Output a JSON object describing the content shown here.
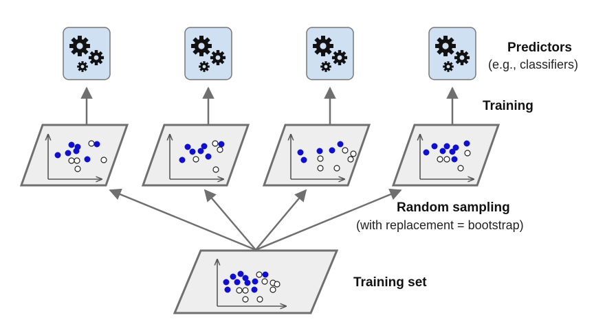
{
  "labels": {
    "predictors": "Predictors",
    "predictors_sub": "(e.g., classifiers)",
    "training": "Training",
    "random_sampling": "Random sampling",
    "random_sampling_sub": "(with replacement = bootstrap)",
    "training_set": "Training set"
  },
  "icons": {
    "predictor": "gears-icon"
  },
  "colors": {
    "panel_fill": "#eeeeee",
    "panel_stroke": "#6f6f6f",
    "predictor_fill": "#cfe0f3",
    "predictor_stroke": "#777777",
    "arrow": "#6f6f6f",
    "filled_point": "#1010cc",
    "hollow_point": "#ffffff",
    "gear": "#111111"
  },
  "predictor_count": 4,
  "sample_count": 4
}
